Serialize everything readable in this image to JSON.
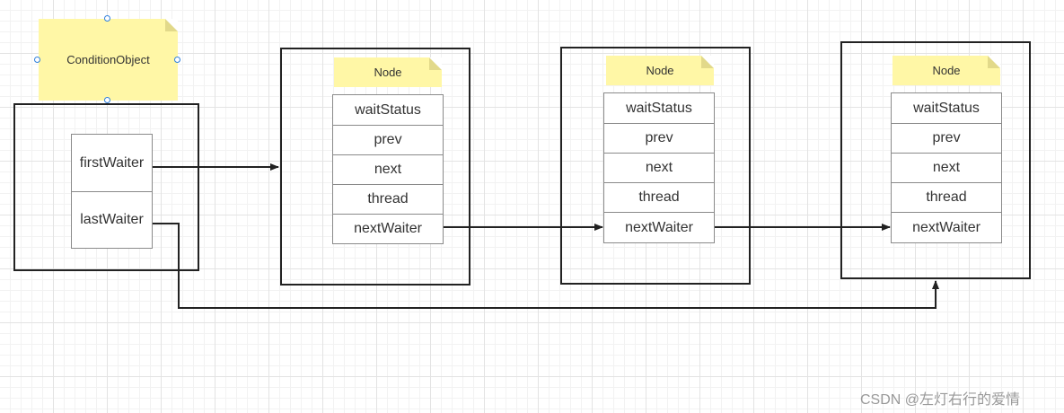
{
  "condition_object": {
    "label": "ConditionObject",
    "fields": [
      "firstWaiter",
      "lastWaiter"
    ]
  },
  "nodes": [
    {
      "label": "Node",
      "fields": [
        "waitStatus",
        "prev",
        "next",
        "thread",
        "nextWaiter"
      ]
    },
    {
      "label": "Node",
      "fields": [
        "waitStatus",
        "prev",
        "next",
        "thread",
        "nextWaiter"
      ]
    },
    {
      "label": "Node",
      "fields": [
        "waitStatus",
        "prev",
        "next",
        "thread",
        "nextWaiter"
      ]
    }
  ],
  "colors": {
    "note": "#fff7a6",
    "line": "#222222",
    "handle": "#2e7fdc"
  },
  "watermark": "CSDN @左灯右行的爱情"
}
